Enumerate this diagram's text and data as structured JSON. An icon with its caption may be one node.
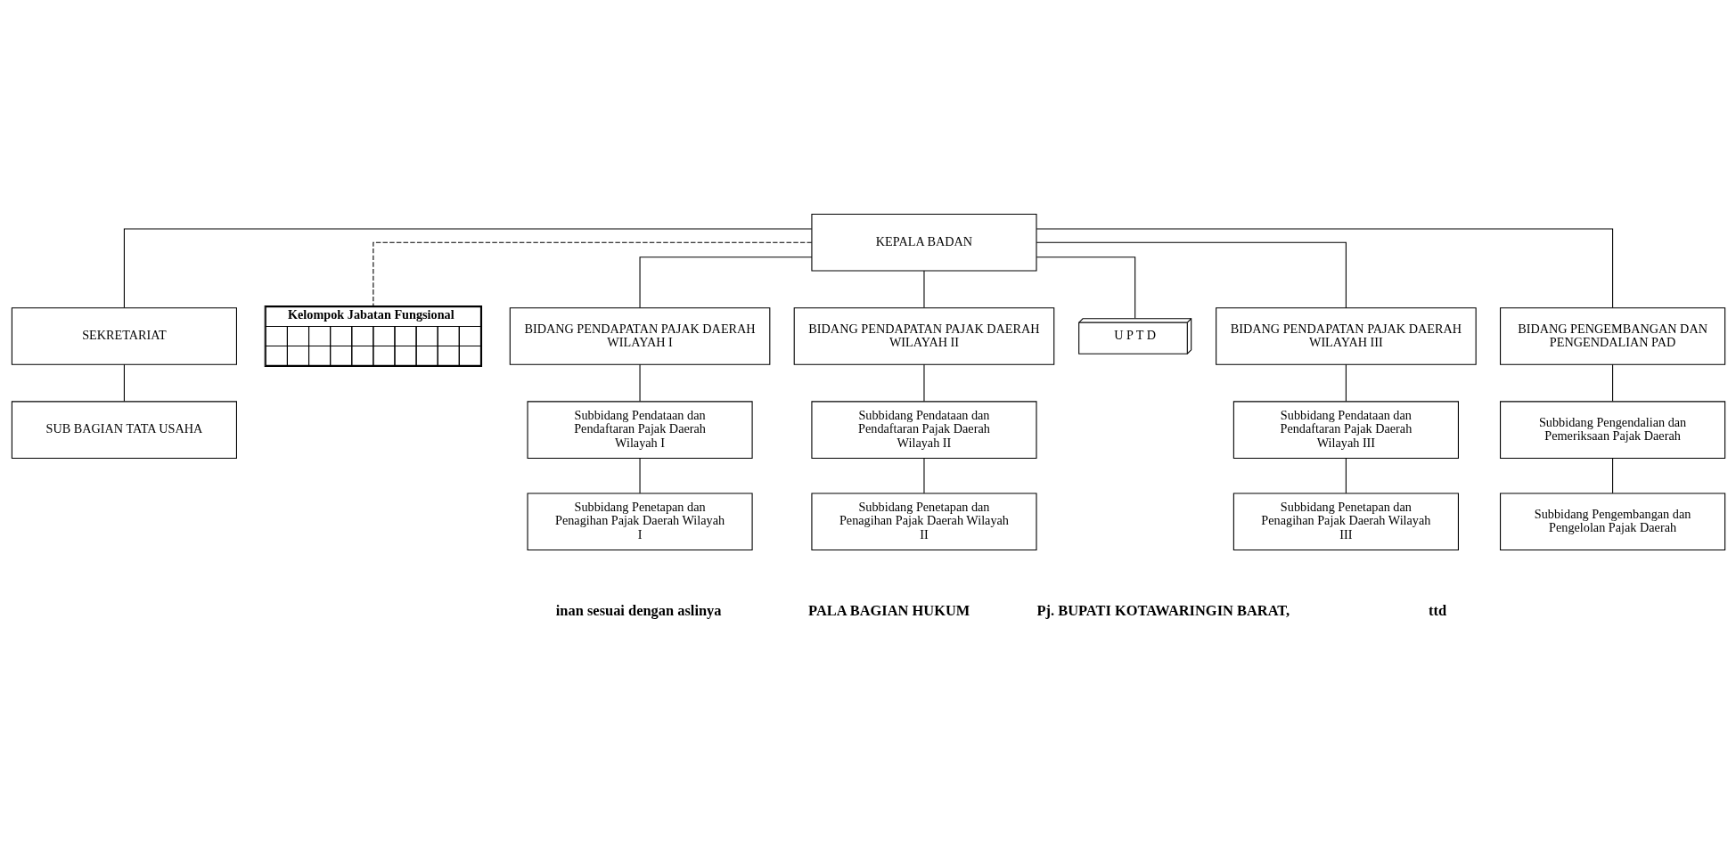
{
  "diagram": {
    "nodes": [
      {
        "text": [
          "KEPALA BADAN"
        ]
      },
      {
        "text": [
          "SEKRETARIAT"
        ]
      },
      {
        "text": [
          "Kelompok Jabatan Fungsional"
        ]
      },
      {
        "text": [
          "SUB BAGIAN TATA USAHA"
        ]
      },
      {
        "text": [
          "BIDANG PENDAPATAN PAJAK DAERAH WILAYAH I"
        ]
      },
      {
        "text": [
          "BIDANG PENDAPATAN PAJAK DAERAH WILAYAH II"
        ]
      },
      {
        "text": [
          "U P T D"
        ]
      },
      {
        "text": [
          "BIDANG PENDAPATAN PAJAK DAERAH WILAYAH III"
        ]
      },
      {
        "text": [
          "BIDANG PENGEMBANGAN DAN PENGENDALIAN PAD"
        ]
      },
      {
        "text": [
          "Subbidang Pendataan dan Pendaftaran Pajak Daerah Wilayah I"
        ]
      },
      {
        "text": [
          "Subbidang Pendataan dan Pendaftaran Pajak Daerah Wilayah II"
        ]
      },
      {
        "text": [
          "Subbidang Pendataan dan Pendaftaran Pajak Daerah Wilayah III"
        ]
      },
      {
        "text": [
          "Subbidang Pengendalian dan Pemeriksaan Pajak Daerah"
        ]
      },
      {
        "text": [
          "Subbidang Penetapan dan Penagihan Pajak Daerah Wilayah I"
        ]
      },
      {
        "text": [
          "Subbidang Penetapan dan Penagihan Pajak Daerah Wilayah II"
        ]
      },
      {
        "text": [
          "Subbidang Penetapan dan Penagihan Pajak Daerah Wilayah III"
        ]
      },
      {
        "text": [
          "Subbidang Pengembangan dan Pengelolan Pajak Daerah"
        ]
      }
    ],
    "edges": [
      {
        "from": 0,
        "to": 1,
        "arrow": "none"
      },
      {
        "from": 0,
        "to": 2,
        "arrow": "none",
        "style": "dashed"
      },
      {
        "from": 1,
        "to": 3,
        "arrow": "none"
      },
      {
        "from": 0,
        "to": 4,
        "arrow": "none"
      },
      {
        "from": 0,
        "to": 5,
        "arrow": "none"
      },
      {
        "from": 0,
        "to": 6,
        "arrow": "none"
      },
      {
        "from": 0,
        "to": 7,
        "arrow": "none"
      },
      {
        "from": 0,
        "to": 8,
        "arrow": "none"
      },
      {
        "from": 4,
        "to": 9,
        "arrow": "none"
      },
      {
        "from": 5,
        "to": 10,
        "arrow": "none"
      },
      {
        "from": 7,
        "to": 11,
        "arrow": "none"
      },
      {
        "from": 8,
        "to": 12,
        "arrow": "none"
      },
      {
        "from": 9,
        "to": 13,
        "arrow": "none"
      },
      {
        "from": 10,
        "to": 14,
        "arrow": "none"
      },
      {
        "from": 11,
        "to": 15,
        "arrow": "none"
      },
      {
        "from": 12,
        "to": 16,
        "arrow": "none"
      }
    ],
    "labels": [
      "inan sesuai dengan aslinya",
      "PALA BAGIAN HUKUM",
      "Pj. BUPATI KOTAWARINGIN BARAT,",
      "ttd"
    ]
  }
}
